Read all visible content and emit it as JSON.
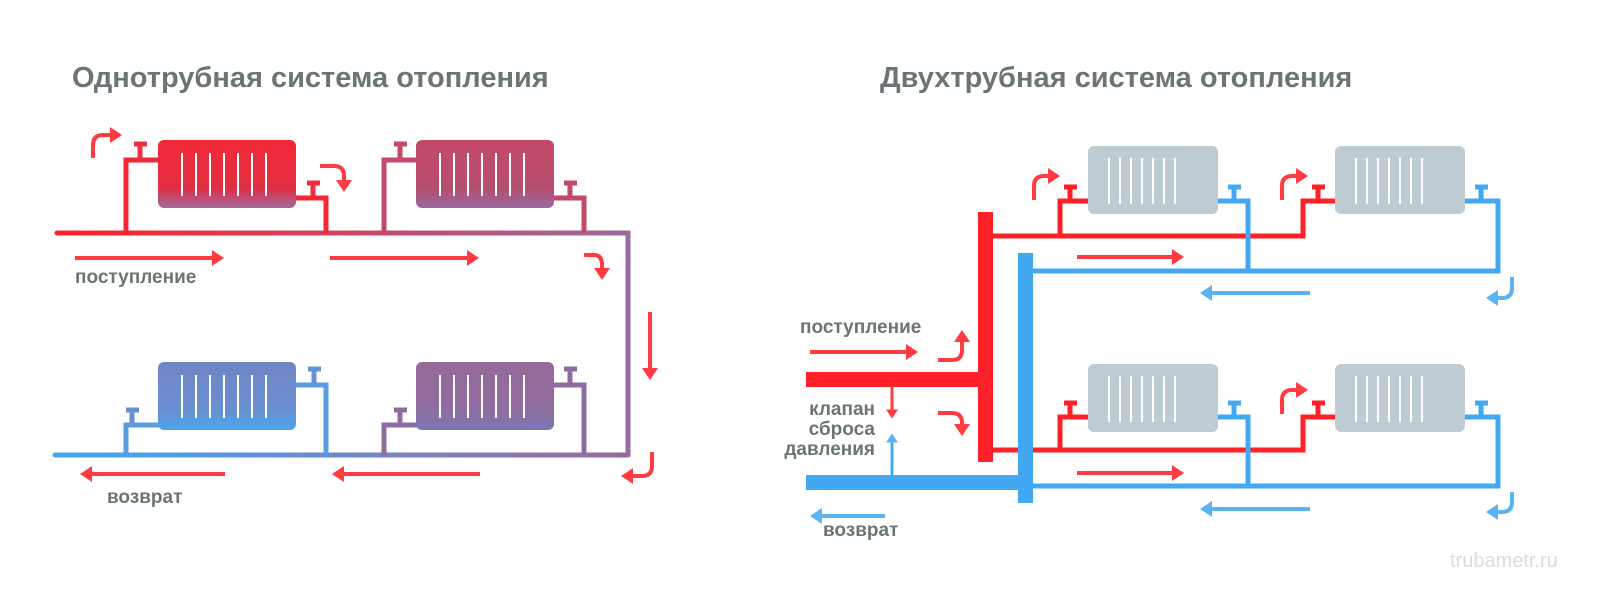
{
  "left": {
    "title": "Однотрубная система отопления",
    "supply_label": "поступление",
    "return_label": "возврат"
  },
  "right": {
    "title": "Двухтрубная система отопления",
    "supply_label": "поступление",
    "return_label": "возврат",
    "valve_label": [
      "клапан",
      "сброса",
      "давления"
    ]
  },
  "watermark": "trubametr.ru",
  "colors": {
    "hot": "#ff2129",
    "cold": "#42a8f2",
    "mid": "#9070a0",
    "radiator_gray": "#bfcbd3",
    "text": "#6b7476"
  }
}
